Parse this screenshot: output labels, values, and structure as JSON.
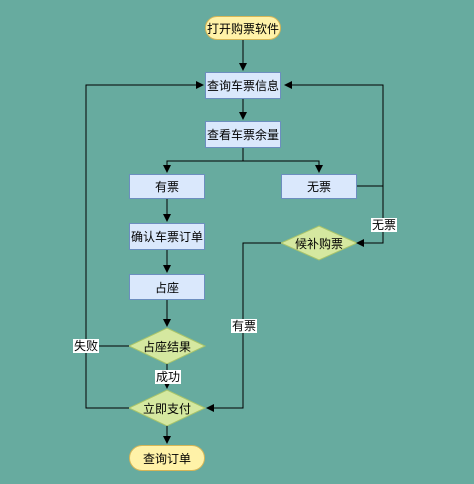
{
  "nodes": {
    "start": "打开购票软件",
    "query_info": "查询车票信息",
    "view_remaining": "查看车票余量",
    "has_ticket": "有票",
    "no_ticket": "无票",
    "confirm_order": "确认车票订单",
    "occupy_seat": "占座",
    "seat_result": "占座结果",
    "waitlist": "候补购票",
    "pay_now": "立即支付",
    "query_order": "查询订单"
  },
  "edge_labels": {
    "fail": "失败",
    "success": "成功",
    "no_ticket_loop": "无票",
    "waitlist_has_ticket": "有票"
  },
  "colors": {
    "background": "#67ab9f",
    "terminal_fill": "#fff2a8",
    "process_fill": "#dae8fc",
    "process_stroke": "#6c8ebf",
    "decision_fill": "#d5e8a0",
    "edge": "#000000"
  }
}
